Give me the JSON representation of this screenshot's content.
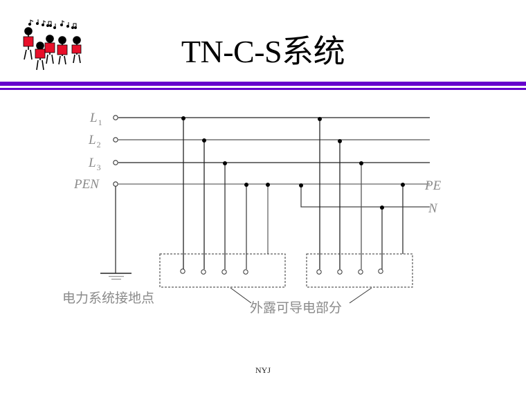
{
  "slide": {
    "title": "TN-C-S系统",
    "footer": "NYJ",
    "accent_color": "#6600cc",
    "logo": "choir-singers-clipart"
  },
  "diagram": {
    "conductors": [
      {
        "id": "L1",
        "label": "L",
        "subscript": "1"
      },
      {
        "id": "L2",
        "label": "L",
        "subscript": "2"
      },
      {
        "id": "L3",
        "label": "L",
        "subscript": "3"
      },
      {
        "id": "PEN",
        "label": "PEN",
        "subscript": ""
      }
    ],
    "right_labels": {
      "pe": "PE",
      "n": "N"
    },
    "ground_label": "电力系统接地点",
    "exposed_parts_label": "外露可导电部分"
  }
}
